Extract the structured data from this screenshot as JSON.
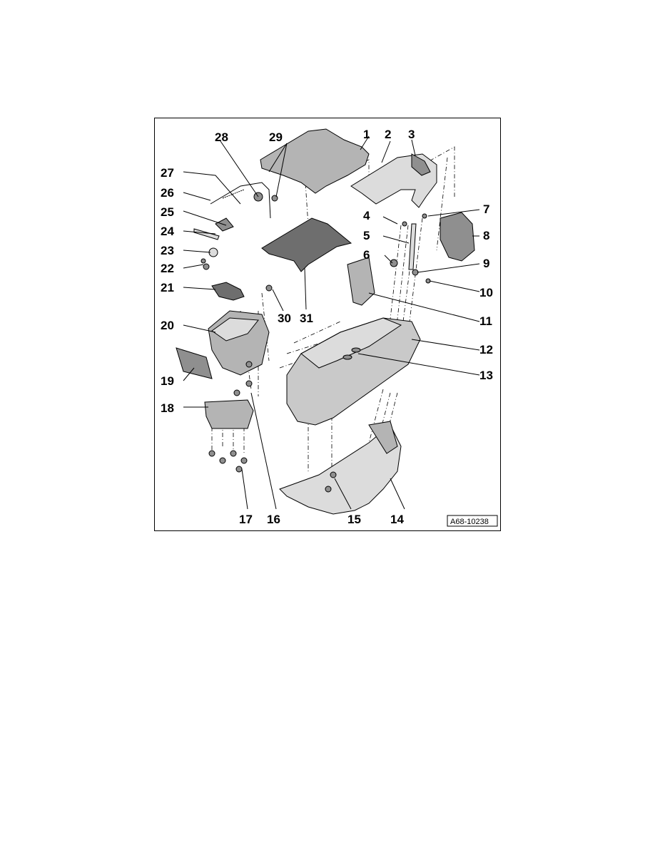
{
  "diagram": {
    "reference_code": "A68-10238",
    "callouts": [
      {
        "label": "1"
      },
      {
        "label": "2"
      },
      {
        "label": "3"
      },
      {
        "label": "4"
      },
      {
        "label": "5"
      },
      {
        "label": "6"
      },
      {
        "label": "7"
      },
      {
        "label": "8"
      },
      {
        "label": "9"
      },
      {
        "label": "10"
      },
      {
        "label": "11"
      },
      {
        "label": "12"
      },
      {
        "label": "13"
      },
      {
        "label": "14"
      },
      {
        "label": "15"
      },
      {
        "label": "16"
      },
      {
        "label": "17"
      },
      {
        "label": "18"
      },
      {
        "label": "19"
      },
      {
        "label": "20"
      },
      {
        "label": "21"
      },
      {
        "label": "22"
      },
      {
        "label": "23"
      },
      {
        "label": "24"
      },
      {
        "label": "25"
      },
      {
        "label": "26"
      },
      {
        "label": "27"
      },
      {
        "label": "28"
      },
      {
        "label": "29"
      },
      {
        "label": "30"
      },
      {
        "label": "31"
      }
    ]
  }
}
